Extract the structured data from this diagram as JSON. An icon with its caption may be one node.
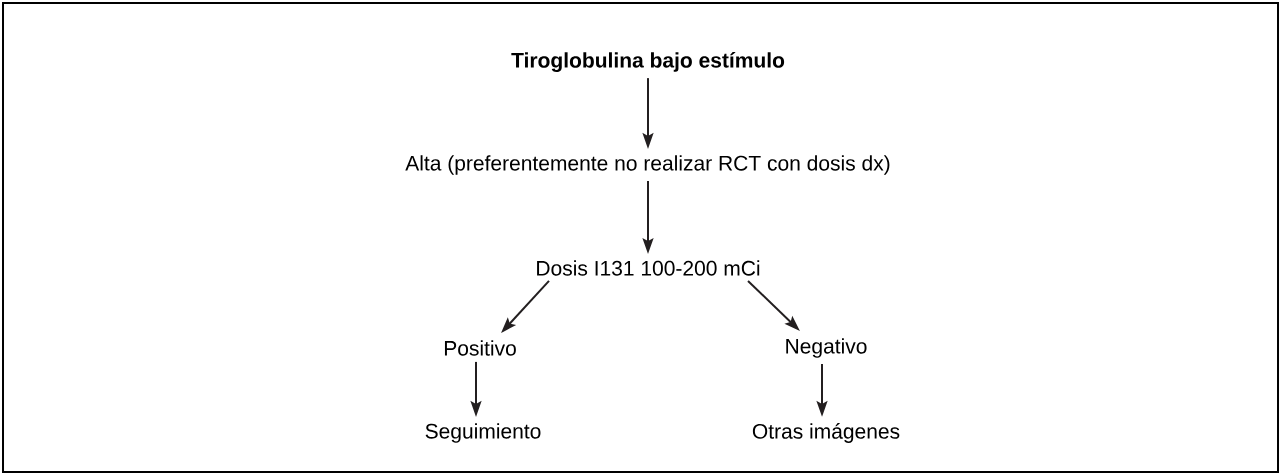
{
  "diagram": {
    "nodes": [
      {
        "text": [
          "Tiroglobulina bajo estímulo"
        ]
      },
      {
        "text": [
          "Alta (preferentemente no realizar RCT con dosis dx)"
        ]
      },
      {
        "text": [
          "Dosis I131 100-200 mCi"
        ]
      },
      {
        "text": [
          "Positivo"
        ]
      },
      {
        "text": [
          "Negativo"
        ]
      },
      {
        "text": [
          "Seguimiento"
        ]
      },
      {
        "text": [
          "Otras imágenes"
        ]
      }
    ],
    "edges": [
      {
        "from": 0,
        "to": 1,
        "arrow": "to"
      },
      {
        "from": 1,
        "to": 2,
        "arrow": "to"
      },
      {
        "from": 2,
        "to": 3,
        "arrow": "to"
      },
      {
        "from": 2,
        "to": 4,
        "arrow": "to"
      },
      {
        "from": 3,
        "to": 5,
        "arrow": "to"
      },
      {
        "from": 4,
        "to": 6,
        "arrow": "to"
      }
    ]
  }
}
